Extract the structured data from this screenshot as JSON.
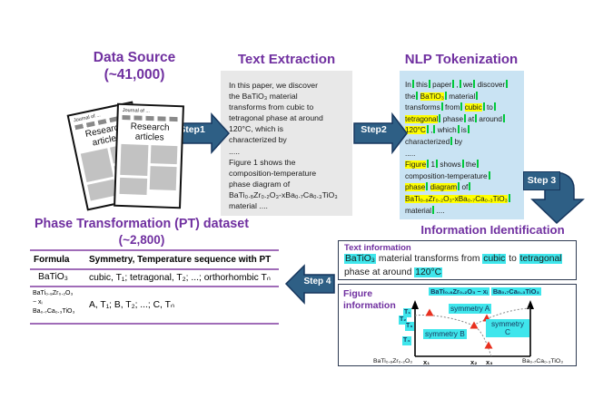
{
  "titles": {
    "data_source": "Data Source",
    "data_source_count": "(~41,000)",
    "text_extraction": "Text Extraction",
    "nlp_tokenization": "NLP Tokenization",
    "information_identification": "Information Identification",
    "pt_dataset_line1": "Phase Transformation (PT) dataset",
    "pt_dataset_line2": "(~2,800)"
  },
  "steps": {
    "step1": "Step1",
    "step2": "Step2",
    "step3": "Step 3",
    "step4": "Step 4"
  },
  "journal": {
    "header": "Journal of ...",
    "body": "Research articles"
  },
  "extraction_lines": [
    "In this paper, we discover",
    "the BaTiO₃ material",
    "transforms from cubic to",
    "tetragonal phase at around",
    "120°C, which is",
    "characterized by",
    ".....",
    "Figure 1 shows the",
    "composition-temperature",
    "phase diagram of",
    "BaTi₀.₈Zr₀.₂O₃-xBa₀.₇Ca₀.₃TiO₃",
    "material ...."
  ],
  "tokenization": {
    "lines": [
      [
        [
          "In",
          "b"
        ],
        [
          "this",
          "b"
        ],
        [
          "paper",
          "b"
        ],
        [
          ",",
          "b"
        ],
        [
          "we",
          "b"
        ],
        [
          "discover",
          "b"
        ]
      ],
      [
        [
          "the",
          "b"
        ],
        [
          "BaTiO₃",
          "hb"
        ],
        [
          "material",
          "b"
        ]
      ],
      [
        [
          "transforms",
          "b"
        ],
        [
          "from",
          "b"
        ],
        [
          "cubic",
          "hb"
        ],
        [
          "to",
          "b"
        ]
      ],
      [
        [
          "tetragonal",
          "hb"
        ],
        [
          "phase",
          "b"
        ],
        [
          "at",
          "b"
        ],
        [
          "around",
          "b"
        ]
      ],
      [
        [
          "120°C",
          "hb"
        ],
        [
          ",",
          "b"
        ],
        [
          "which",
          "b"
        ],
        [
          "is",
          "b"
        ]
      ],
      [
        [
          "characterized",
          "b"
        ],
        [
          "by",
          ""
        ]
      ],
      [
        [
          ".....",
          ""
        ]
      ],
      [
        [
          "Figure",
          "hb"
        ],
        [
          "1",
          "b"
        ],
        [
          "shows",
          "b"
        ],
        [
          "the",
          "b"
        ]
      ],
      [
        [
          "composition-temperature",
          "b"
        ]
      ],
      [
        [
          "phase",
          "hb"
        ],
        [
          "diagram",
          "hb"
        ],
        [
          "of",
          "b"
        ]
      ],
      [
        [
          "BaTi₀.₈Zr₀.₂O₃-xBa₀.₇Ca₀.₃TiO₃",
          "hb"
        ]
      ],
      [
        [
          "material",
          "b"
        ],
        [
          "....",
          ""
        ]
      ]
    ]
  },
  "text_info": {
    "label": "Text information",
    "lines": [
      [
        [
          "BaTiO₃",
          1
        ],
        [
          " material transforms from ",
          0
        ],
        [
          "cubic",
          1
        ],
        [
          " to ",
          0
        ],
        [
          "tetragonal",
          1
        ]
      ],
      [
        [
          "phase at around ",
          0
        ],
        [
          "120°C",
          1
        ]
      ]
    ]
  },
  "figure_info": {
    "label_line1": "Figure",
    "label_line2": "information",
    "formula": [
      "BaTi₀.₈Zr₀.₂O₃ − xᵢ",
      "Ba₀.₇Ca₀.₃TiO₃"
    ],
    "y_labels": [
      "T₁",
      "T₂",
      "T₃",
      "T₄"
    ],
    "regions": [
      "symmetry A",
      "symmetry B",
      "symmetry C"
    ],
    "x_labels": [
      "BaTi₀.₈Zr₀.₂O₃",
      "x₁",
      "x₂",
      "x₃",
      "Ba₀.₇Ca₀.₃TiO₃"
    ]
  },
  "table": {
    "headers": [
      "Formula",
      "Symmetry, Temperature sequence with PT"
    ],
    "rows": [
      {
        "formula": [
          "BaTiO₃"
        ],
        "sequence": "cubic, T₁; tetragonal, T₂; ...; orthorhombic Tₙ"
      },
      {
        "formula": [
          "BaTi₀.₈Zr₀.₂O₃",
          "− xᵢ",
          "Ba₀.₇Ca₀.₃TiO₃"
        ],
        "sequence": "A, T₁; B, T₂; ...; C, Tₙ"
      }
    ]
  },
  "colors": {
    "accent_purple": "#7030A0",
    "arrow_blue": "#2E5F85",
    "arrow_border": "#17375E",
    "highlight_yellow": "#FFFF00",
    "highlight_cyan": "#3FE6EC",
    "token_green": "#00C93C",
    "marker_red": "#E8301F",
    "table_line_purple": "#A06CB8"
  }
}
